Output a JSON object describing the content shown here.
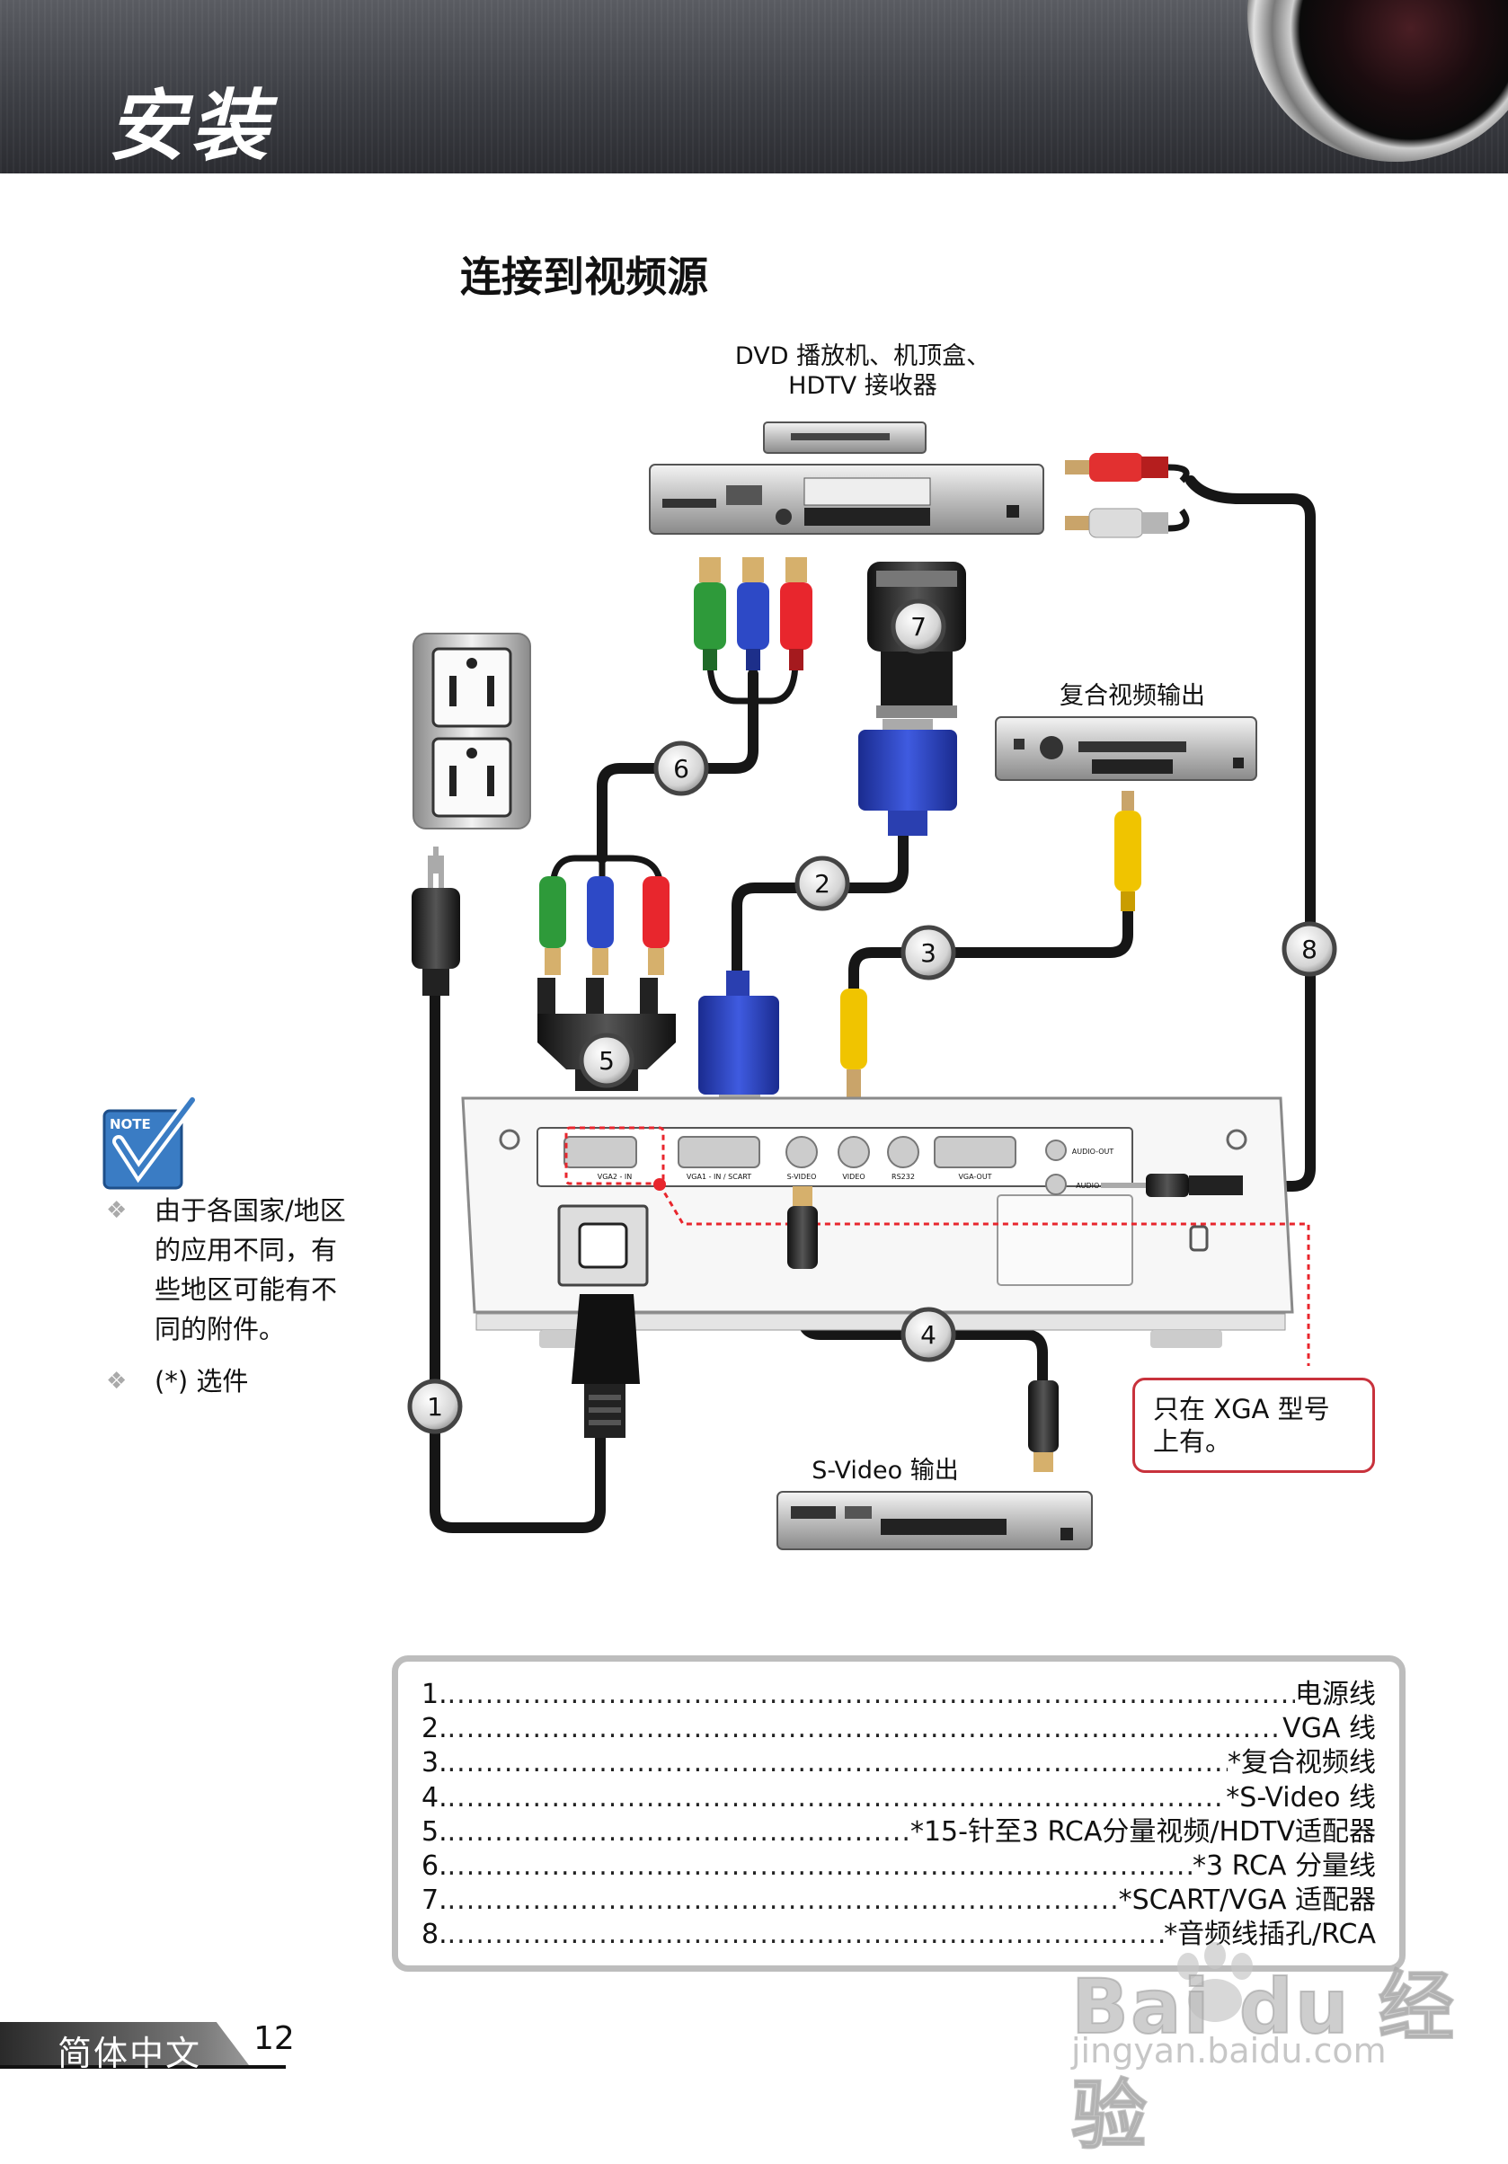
{
  "header": {
    "title": "安装"
  },
  "section_title": "连接到视频源",
  "diagram": {
    "labels": {
      "dvd_line1": "DVD 播放机、机顶盒、",
      "dvd_line2": "HDTV 接收器",
      "composite_out": "复合视频输出",
      "svideo_out": "S-Video 输出"
    },
    "cable_numbers": [
      "1",
      "2",
      "3",
      "4",
      "5",
      "6",
      "7",
      "8"
    ],
    "projector_ports": {
      "vga2": "VGA2 - IN",
      "vga1": "VGA1 - IN / SCART",
      "svideo": "S-VIDEO",
      "video": "VIDEO",
      "rs232": "RS232",
      "vgaout": "VGA-OUT",
      "audio_out": "AUDIO-OUT",
      "audio_in": "AUDIO-IN"
    },
    "note_icon_text": "NOTE",
    "xga_note": "只在 XGA 型号上有。"
  },
  "notes": [
    "由于各国家/地区的应用不同，有些地区可能有不同的附件。",
    "(*) 选件"
  ],
  "legend": [
    {
      "num": "1.",
      "text": "电源线"
    },
    {
      "num": "2.",
      "text": "VGA 线"
    },
    {
      "num": "3.",
      "text": "*复合视频线"
    },
    {
      "num": "4.",
      "text": "*S-Video 线"
    },
    {
      "num": "5.",
      "text": "*15-针至3 RCA分量视频/HDTV适配器"
    },
    {
      "num": "6.",
      "text": "*3 RCA 分量线"
    },
    {
      "num": "7.",
      "text": "*SCART/VGA 适配器"
    },
    {
      "num": "8.",
      "text": "*音频线插孔/RCA"
    }
  ],
  "footer": {
    "language": "简体中文",
    "page_number": "12"
  },
  "watermark": {
    "brand": "Bai du 经验",
    "url": "jingyan.baidu.com"
  },
  "colors": {
    "red": "#e8262d",
    "green": "#2e9a3a",
    "blue": "#2d49c6",
    "yellow": "#f0c400",
    "cable": "#161616"
  }
}
